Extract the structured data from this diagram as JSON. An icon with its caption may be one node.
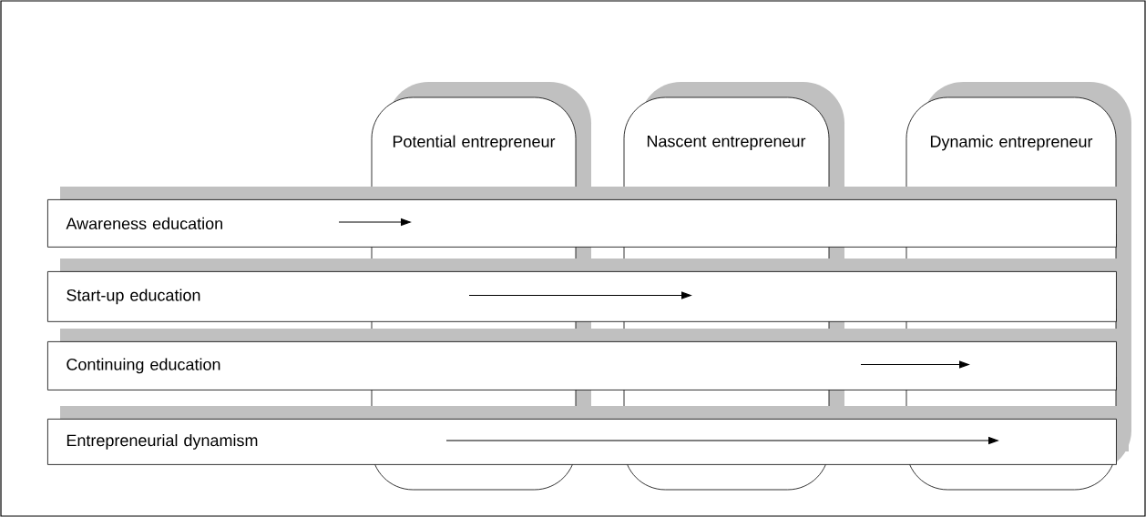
{
  "diagram": {
    "nodes": [
      {
        "text": [
          "Potential entrepreneur"
        ]
      },
      {
        "text": [
          "Nascent entrepreneur"
        ]
      },
      {
        "text": [
          "Dynamic entrepreneur"
        ]
      },
      {
        "text": [
          "Awareness education"
        ]
      },
      {
        "text": [
          "Start-up education"
        ]
      },
      {
        "text": [
          "Continuing education"
        ]
      },
      {
        "text": [
          "Entrepreneurial dynamism"
        ]
      }
    ]
  }
}
